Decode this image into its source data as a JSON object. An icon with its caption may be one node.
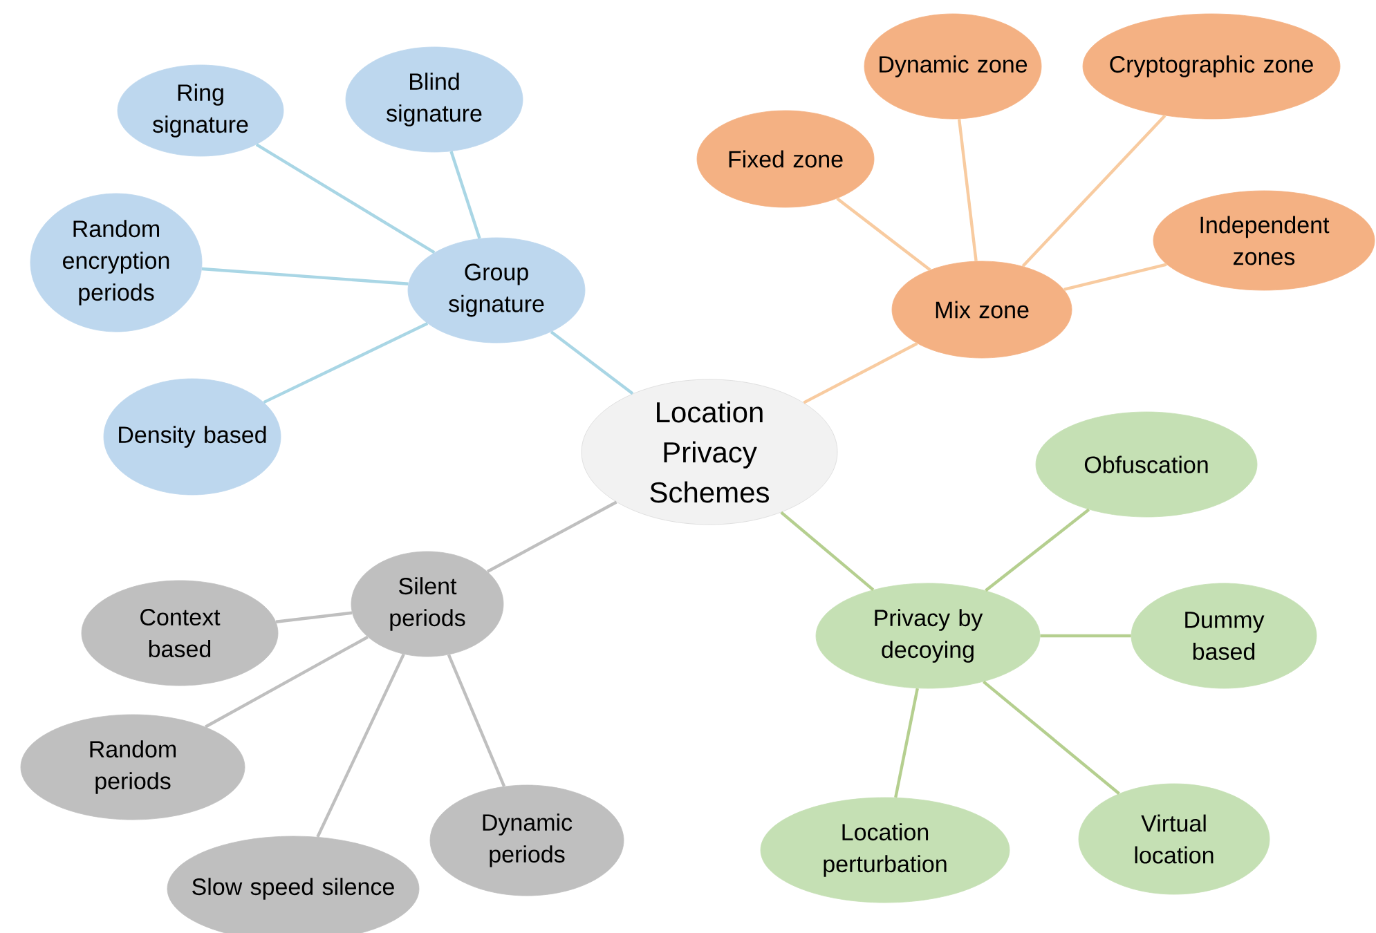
{
  "diagram": {
    "nodes": [
      {
        "text": [
          "Location Privacy Schemes"
        ]
      },
      {
        "text": [
          "Group signature"
        ]
      },
      {
        "text": [
          "Ring signature"
        ]
      },
      {
        "text": [
          "Blind signature"
        ]
      },
      {
        "text": [
          "Random encryption periods"
        ]
      },
      {
        "text": [
          "Density based"
        ]
      },
      {
        "text": [
          "Mix zone"
        ]
      },
      {
        "text": [
          "Fixed zone"
        ]
      },
      {
        "text": [
          "Dynamic zone"
        ]
      },
      {
        "text": [
          "Cryptographic zone"
        ]
      },
      {
        "text": [
          "Independent zones"
        ]
      },
      {
        "text": [
          "Privacy by decoying"
        ]
      },
      {
        "text": [
          "Obfuscation"
        ]
      },
      {
        "text": [
          "Dummy based"
        ]
      },
      {
        "text": [
          "Location perturbation"
        ]
      },
      {
        "text": [
          "Virtual location"
        ]
      },
      {
        "text": [
          "Silent periods"
        ]
      },
      {
        "text": [
          "Context based"
        ]
      },
      {
        "text": [
          "Random periods"
        ]
      },
      {
        "text": [
          "Slow speed silence"
        ]
      },
      {
        "text": [
          "Dynamic periods"
        ]
      }
    ],
    "edges": [
      {
        "from": 0,
        "to": 1,
        "arrow": "none",
        "color": "#a9d6e5"
      },
      {
        "from": 1,
        "to": 2,
        "arrow": "none",
        "color": "#a9d6e5"
      },
      {
        "from": 1,
        "to": 3,
        "arrow": "none",
        "color": "#a9d6e5"
      },
      {
        "from": 1,
        "to": 4,
        "arrow": "none",
        "color": "#a9d6e5"
      },
      {
        "from": 1,
        "to": 5,
        "arrow": "none",
        "color": "#a9d6e5"
      },
      {
        "from": 0,
        "to": 6,
        "arrow": "none",
        "color": "#f8cba0"
      },
      {
        "from": 6,
        "to": 7,
        "arrow": "none",
        "color": "#f8cba0"
      },
      {
        "from": 6,
        "to": 8,
        "arrow": "none",
        "color": "#f8cba0"
      },
      {
        "from": 6,
        "to": 9,
        "arrow": "none",
        "color": "#f8cba0"
      },
      {
        "from": 6,
        "to": 10,
        "arrow": "none",
        "color": "#f8cba0"
      },
      {
        "from": 0,
        "to": 11,
        "arrow": "none",
        "color": "#b5cf8f"
      },
      {
        "from": 11,
        "to": 12,
        "arrow": "none",
        "color": "#b5cf8f"
      },
      {
        "from": 11,
        "to": 13,
        "arrow": "none",
        "color": "#b5cf8f"
      },
      {
        "from": 11,
        "to": 14,
        "arrow": "none",
        "color": "#b5cf8f"
      },
      {
        "from": 11,
        "to": 15,
        "arrow": "none",
        "color": "#b5cf8f"
      },
      {
        "from": 0,
        "to": 16,
        "arrow": "none",
        "color": "#bfbfbf"
      },
      {
        "from": 16,
        "to": 17,
        "arrow": "none",
        "color": "#bfbfbf"
      },
      {
        "from": 16,
        "to": 18,
        "arrow": "none",
        "color": "#bfbfbf"
      },
      {
        "from": 16,
        "to": 19,
        "arrow": "none",
        "color": "#bfbfbf"
      },
      {
        "from": 16,
        "to": 20,
        "arrow": "none",
        "color": "#bfbfbf"
      }
    ]
  }
}
